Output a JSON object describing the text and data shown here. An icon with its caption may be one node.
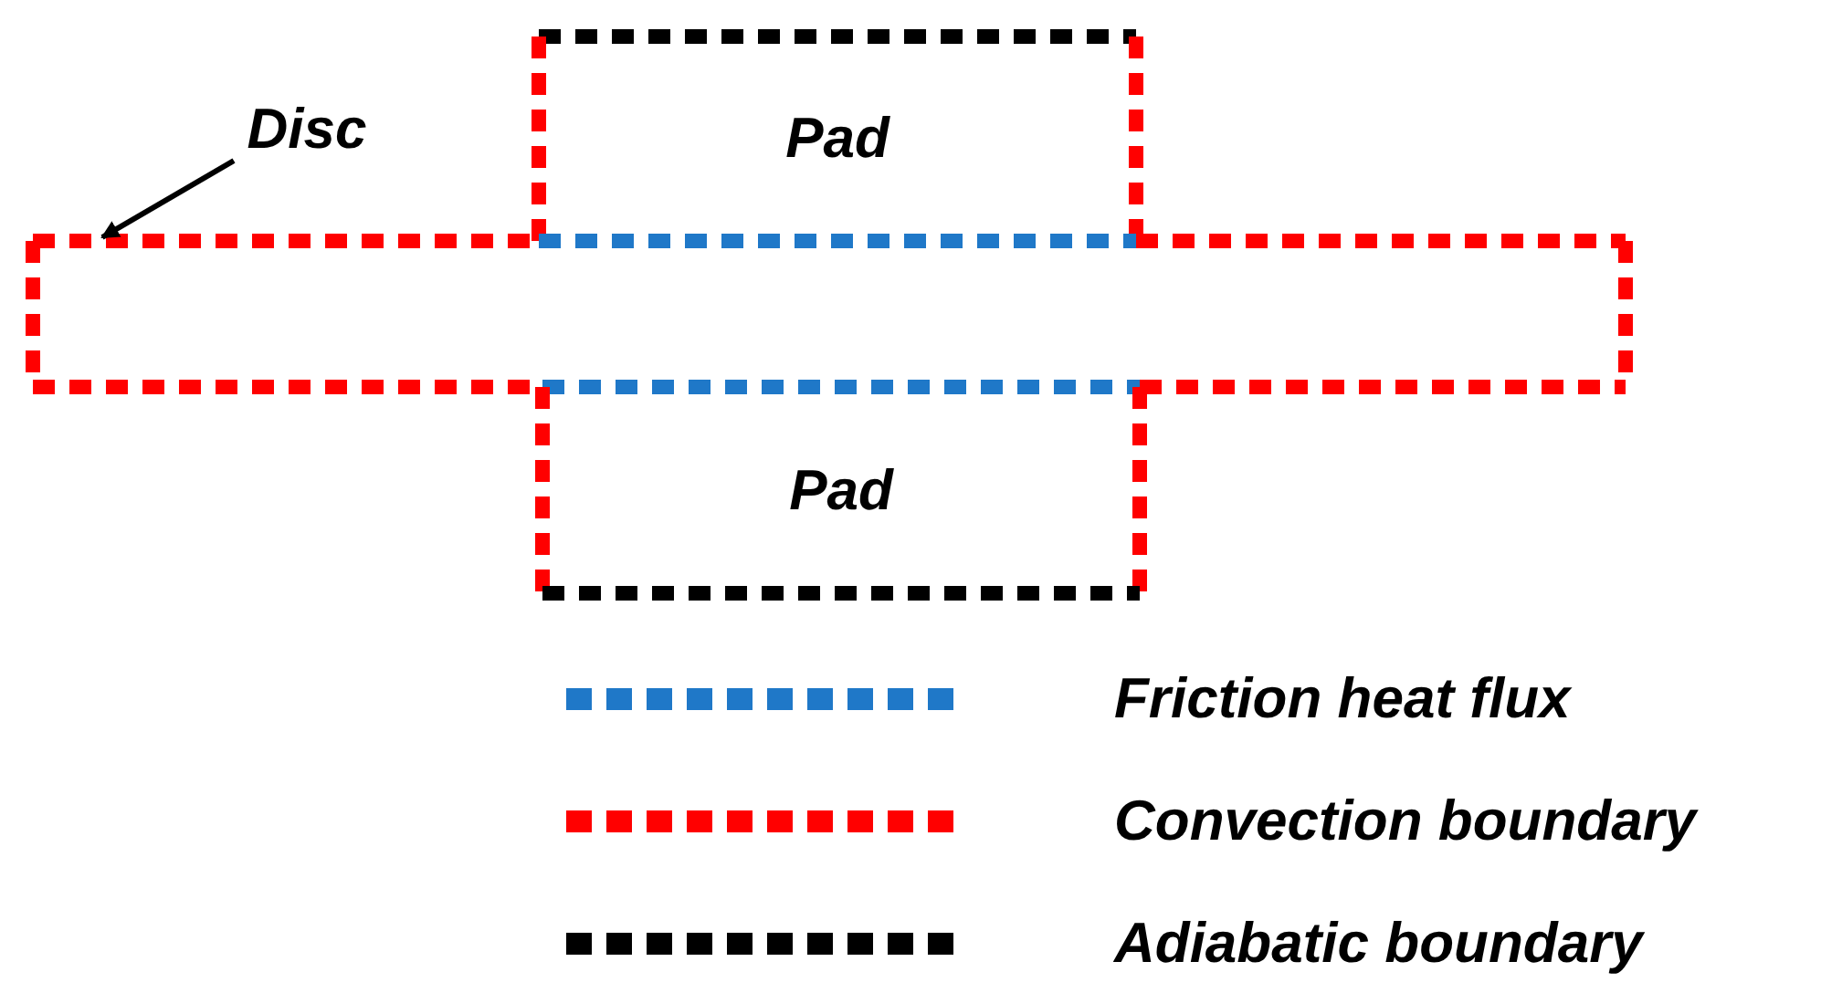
{
  "diagram": {
    "nodes": [
      {
        "text": [
          "Disc"
        ]
      },
      {
        "text": [
          "Pad"
        ]
      },
      {
        "text": [],
        "shape": "box"
      },
      {
        "text": [
          "Pad"
        ]
      }
    ],
    "edges": [
      {
        "from": 0,
        "to": 2,
        "arrow": "to"
      }
    ],
    "legend": [
      {
        "text": "Friction heat flux",
        "color": "#1f78c8"
      },
      {
        "text": "Convection boundary",
        "color": "#ff0000"
      },
      {
        "text": "Adiabatic boundary",
        "color": "#000000"
      }
    ]
  }
}
